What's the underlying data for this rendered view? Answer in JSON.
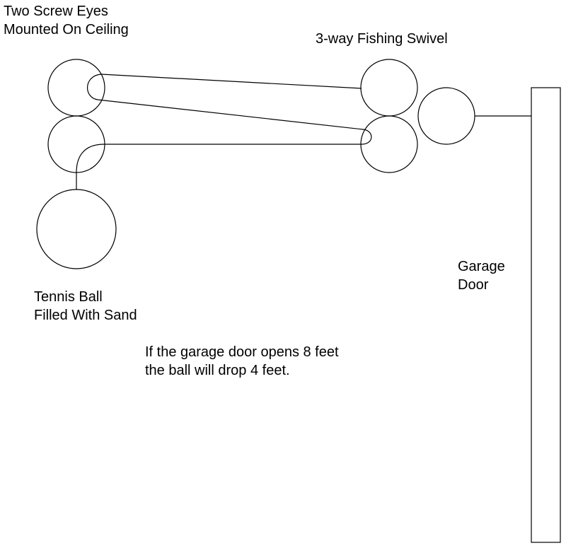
{
  "labels": {
    "screw_eyes": [
      "Two Screw Eyes",
      "Mounted On Ceiling"
    ],
    "swivel": [
      "3-way Fishing Swivel"
    ],
    "tennis_ball": [
      "Tennis Ball",
      "Filled With Sand"
    ],
    "garage_door": [
      "Garage",
      "Door"
    ],
    "note": [
      "If the garage door opens 8 feet",
      "the ball will drop 4 feet."
    ]
  },
  "colors": {
    "line": "#000000",
    "background": "#ffffff"
  }
}
